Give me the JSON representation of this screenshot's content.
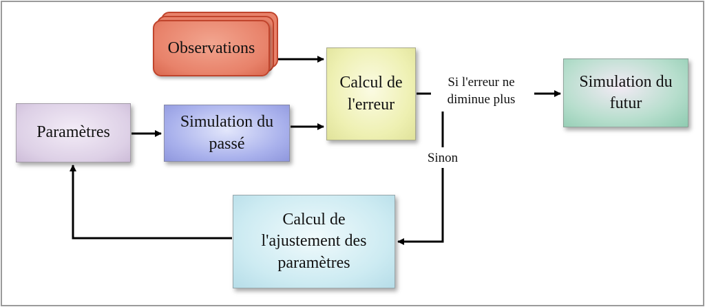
{
  "nodes": {
    "observations": "Observations",
    "parametres": "Paramètres",
    "simulation_passe": "Simulation du\npassé",
    "calcul_erreur": "Calcul de\nl'erreur",
    "simulation_futur": "Simulation du\nfutur",
    "ajustement": "Calcul de\nl'ajustement des\nparamètres"
  },
  "edge_labels": {
    "si_erreur": "Si l'erreur ne\ndiminue plus",
    "sinon": "Sinon"
  },
  "colors": {
    "observations": "#e8826a",
    "parametres": "#ddd0e6",
    "simulation_passe": "#a9b1ec",
    "calcul_erreur": "#eef0b2",
    "simulation_futur": "#b7decd",
    "ajustement": "#cdebf2"
  }
}
